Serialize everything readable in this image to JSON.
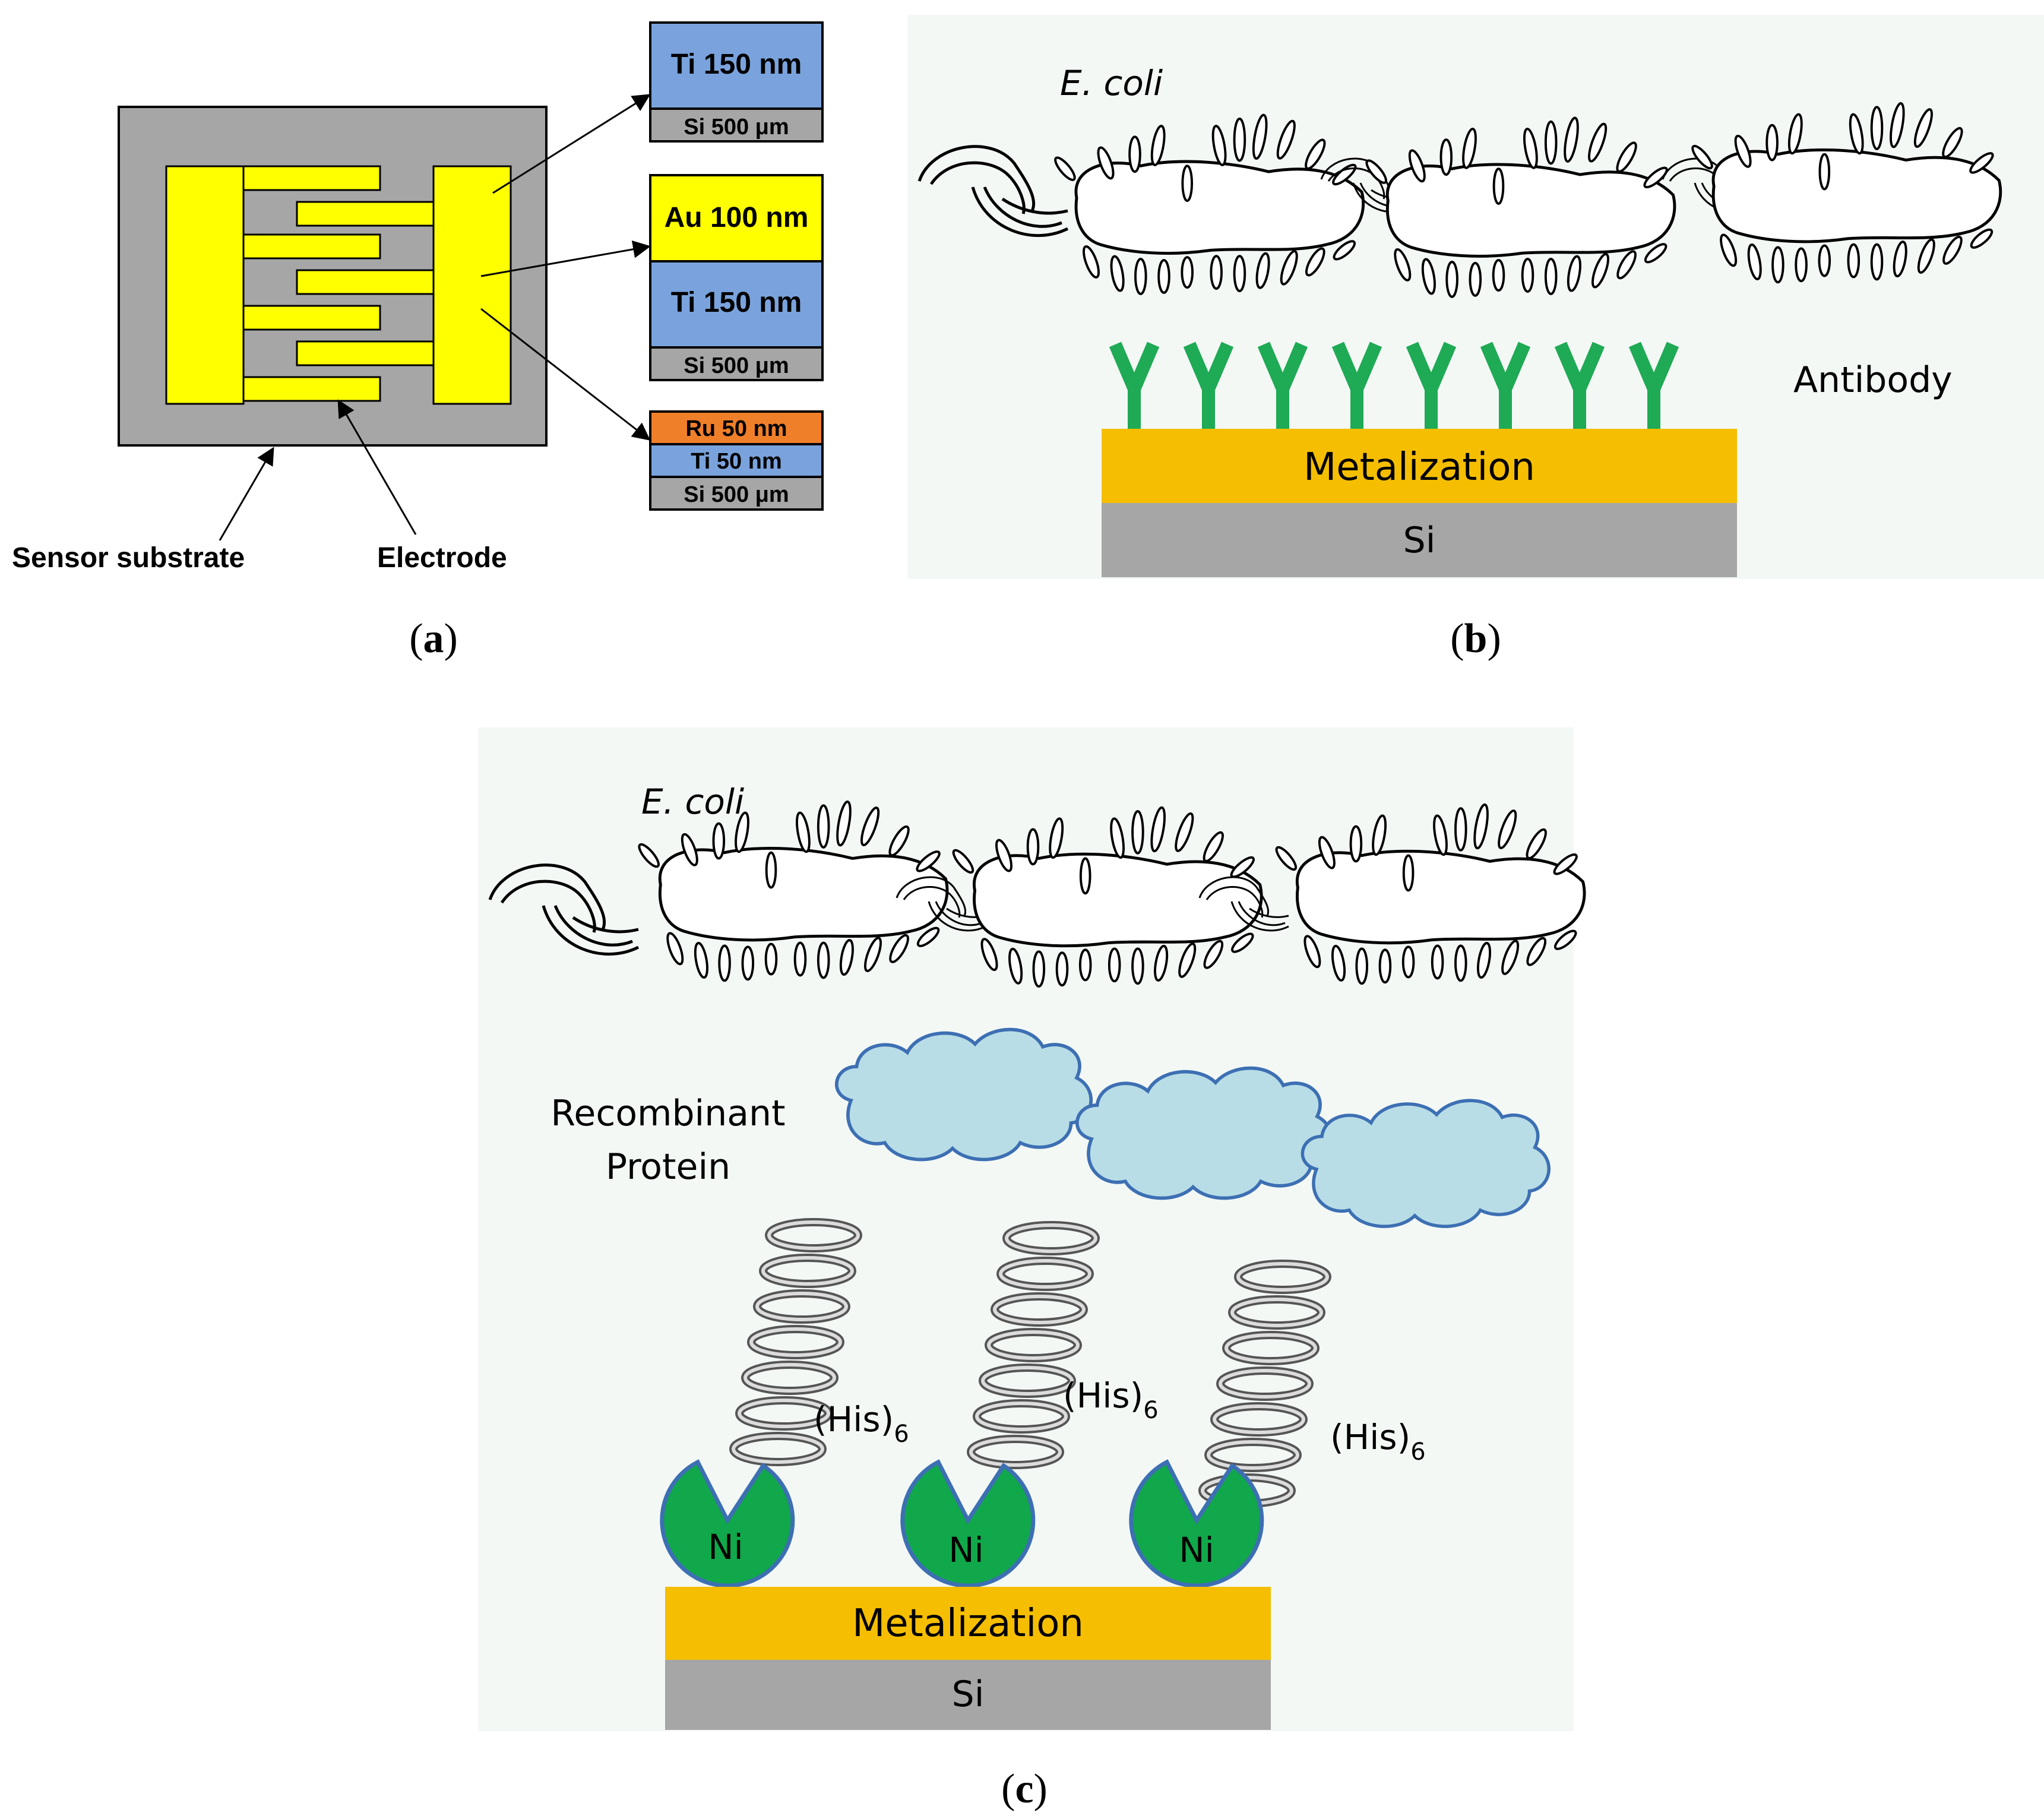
{
  "panel_a": {
    "caption_open": "(",
    "caption_letter": "a",
    "caption_close": ")",
    "labels": {
      "sensor_substrate": "Sensor substrate",
      "electrode": "Electrode"
    },
    "stack_1": {
      "top": "Ti 150 nm",
      "bottom": "Si 500 μm"
    },
    "stack_2": {
      "top": "Au 100 nm",
      "middle": "Ti 150 nm",
      "bottom": "Si 500 μm"
    },
    "stack_3": {
      "top": "Ru 50 nm",
      "middle": "Ti 50 nm",
      "bottom": "Si 500 μm"
    },
    "colors": {
      "substrate": "#a6a6a6",
      "electrode": "#ffff00",
      "ti": "#7aa3dd",
      "au": "#ffff00",
      "ru": "#f07f2a",
      "si": "#a6a6a6"
    }
  },
  "panel_b": {
    "caption_open": "(",
    "caption_letter": "b",
    "caption_close": ")",
    "ecoli": "E. coli",
    "antibody": "Antibody",
    "metalization": "Metalization",
    "si": "Si",
    "colors": {
      "background": "#f3f8f5",
      "metal": "#f5be00",
      "si": "#a6a6a6",
      "antibody": "#1faa55"
    }
  },
  "panel_c": {
    "caption_open": "(",
    "caption_letter": "c",
    "caption_close": ")",
    "ecoli": "E. coli",
    "protein_line1": "Recombinant",
    "protein_line2": "Protein",
    "his": "(His)",
    "his_sub": "6",
    "ni": "Ni",
    "metalization": "Metalization",
    "si": "Si",
    "colors": {
      "background": "#f3f8f5",
      "metal": "#f5be00",
      "si": "#a6a6a6",
      "ni": "#10a84a",
      "cloud": "#b8dde6",
      "cloud_stroke": "#3d6fb3"
    }
  }
}
